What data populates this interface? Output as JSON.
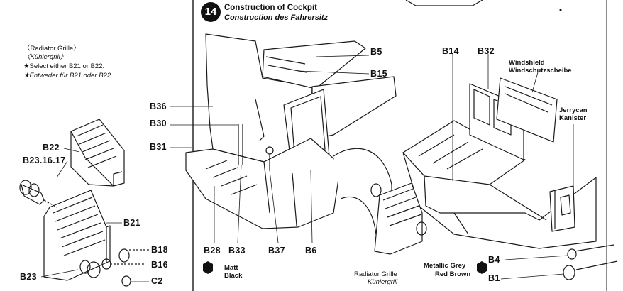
{
  "step": {
    "number": "14",
    "title_en": "Construction of Cockpit",
    "title_de": "Construction des Fahrersitz"
  },
  "radiator_note": {
    "line1": "〈Radiator Grille〉",
    "line2": "〈Kühlergrill〉",
    "line3": "★Select either B21 or B22.",
    "line4": "★Entweder für B21 oder B22."
  },
  "labels": {
    "b22": "B22",
    "b23_16_17": "B23.16.17",
    "b21": "B21",
    "b18": "B18",
    "b16": "B16",
    "b23": "B23",
    "c2": "C2",
    "b36": "B36",
    "b30": "B30",
    "b31": "B31",
    "b28": "B28",
    "b33": "B33",
    "b37": "B37",
    "b6": "B6",
    "b5": "B5",
    "b15": "B15",
    "b14": "B14",
    "b32": "B32",
    "b4": "B4",
    "b1": "B1"
  },
  "captions": {
    "windshield_en": "Windshield",
    "windshield_de": "Windschutzscheibe",
    "jerrycan_en": "Jerrycan",
    "jerrycan_de": "Kanister",
    "radiator_en": "Radiator Grille",
    "radiator_de": "Kühlergrill",
    "paint_matt_1": "Matt",
    "paint_matt_2": "Black",
    "paint_metal": "Metallic Grey",
    "paint_red": "Red Brown"
  }
}
